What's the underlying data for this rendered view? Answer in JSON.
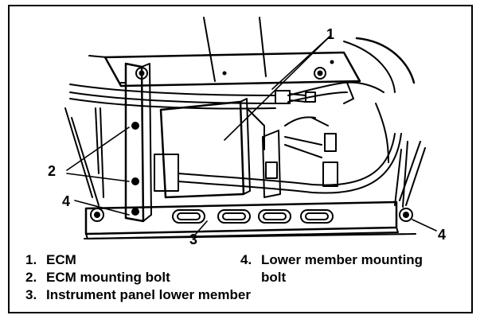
{
  "callouts": {
    "c1": "1",
    "c2": "2",
    "c3": "3",
    "c4a": "4",
    "c4b": "4"
  },
  "legend": {
    "items": [
      {
        "num": "1.",
        "text": "ECM"
      },
      {
        "num": "2.",
        "text": "ECM mounting bolt"
      },
      {
        "num": "3.",
        "text": "Instrument panel lower member"
      },
      {
        "num": "4.",
        "text": "Lower member mounting"
      },
      {
        "num": "",
        "text": "bolt"
      }
    ]
  },
  "colors": {
    "ink": "#000000",
    "paper": "#ffffff"
  }
}
